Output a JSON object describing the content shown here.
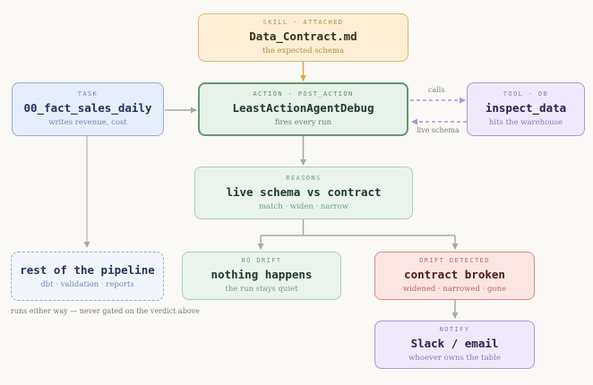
{
  "nodes": {
    "skill": {
      "tag": "SKILL · ATTACHED",
      "title": "Data_Contract.md",
      "sub": "the expected schema"
    },
    "task": {
      "tag": "TASK",
      "title": "00_fact_sales_daily",
      "sub": "writes revenue, cost"
    },
    "action": {
      "tag": "ACTION · POST_ACTION",
      "title": "LeastActionAgentDebug",
      "sub": "fires every run"
    },
    "tool": {
      "tag": "TOOL · DB",
      "title": "inspect_data",
      "sub": "hits the warehouse"
    },
    "reasons": {
      "tag": "REASONS",
      "title": "live schema vs contract",
      "sub": "match · widen · narrow"
    },
    "rest": {
      "title": "rest of the pipeline",
      "sub": "dbt · validation · reports"
    },
    "no_drift": {
      "tag": "NO DRIFT",
      "title": "nothing happens",
      "sub": "the run stays quiet"
    },
    "drift": {
      "tag": "DRIFT DETECTED",
      "title": "contract broken",
      "sub": "widened · narrowed · gone"
    },
    "notify": {
      "tag": "NOTIFY",
      "title": "Slack / email",
      "sub": "whoever owns the table"
    }
  },
  "edge_labels": {
    "calls": "calls",
    "live_schema": "live schema"
  },
  "note": "runs either way — never gated on the verdict above",
  "colors": {
    "skill_accent": "#dfb874",
    "task_accent": "#93afd9",
    "action_accent": "#5f9a72",
    "tool_accent": "#aa98db",
    "drift_accent": "#d98c86",
    "connector": "#a8a8a8"
  }
}
